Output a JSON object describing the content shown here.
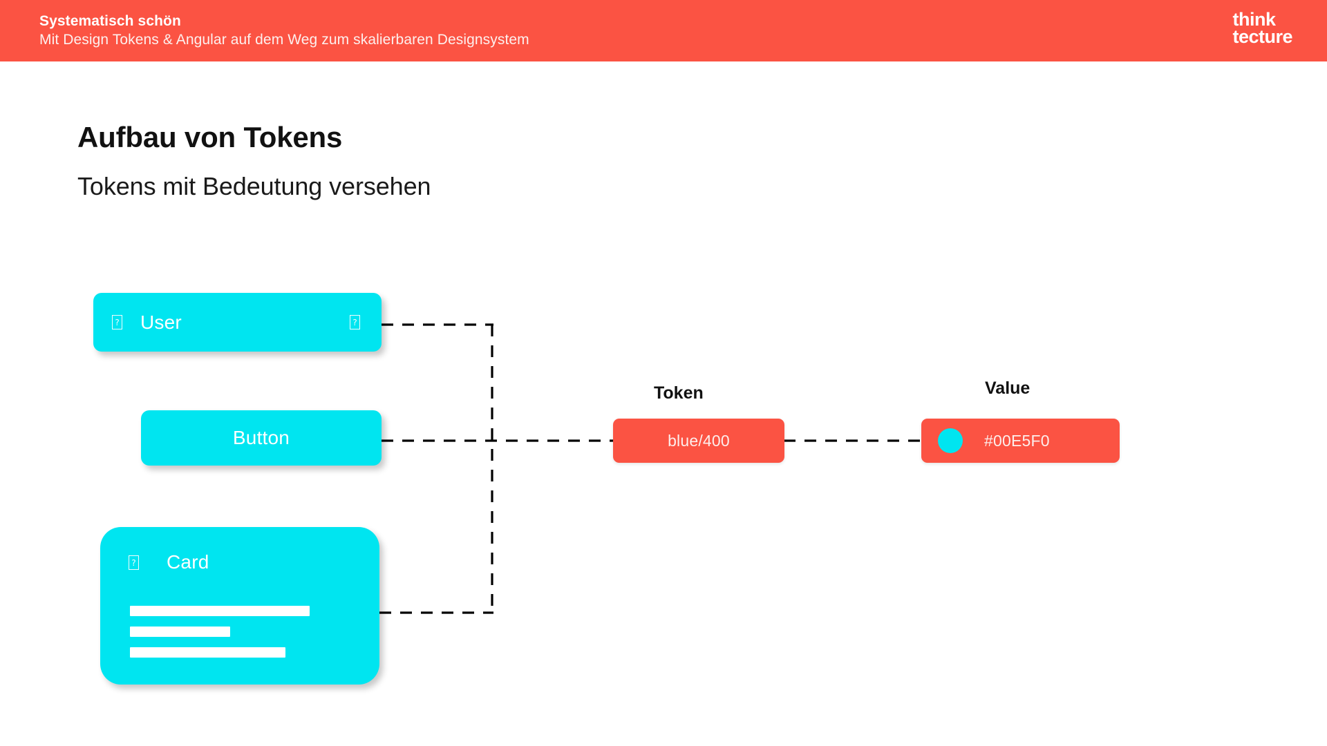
{
  "header": {
    "title": "Systematisch schön",
    "subtitle": "Mit Design Tokens & Angular auf dem Weg zum skalierbaren Designsystem",
    "brand_line1": "think",
    "brand_line2": "tecture",
    "background_color": "#FB5343",
    "text_color": "#FFFFFF"
  },
  "slide": {
    "title": "Aufbau von Tokens",
    "subtitle": "Tokens mit Bedeutung versehen",
    "background_color": "#FFFFFF"
  },
  "diagram": {
    "component_color": "#00E5F0",
    "token_color": "#FB5343",
    "connector_style": "dashed",
    "connector_color": "#000000",
    "components": [
      {
        "id": "user",
        "label": "User",
        "leading_icon": "missing-glyph-icon",
        "trailing_icon": "missing-glyph-icon"
      },
      {
        "id": "button",
        "label": "Button"
      },
      {
        "id": "card",
        "label": "Card",
        "leading_icon": "missing-glyph-icon",
        "placeholder_bars": [
          260,
          145,
          225
        ]
      }
    ],
    "columns": {
      "token_heading": "Token",
      "value_heading": "Value"
    },
    "token": {
      "name": "blue/400"
    },
    "value": {
      "swatch_color": "#00E5F0",
      "hex": "#00E5F0"
    }
  }
}
